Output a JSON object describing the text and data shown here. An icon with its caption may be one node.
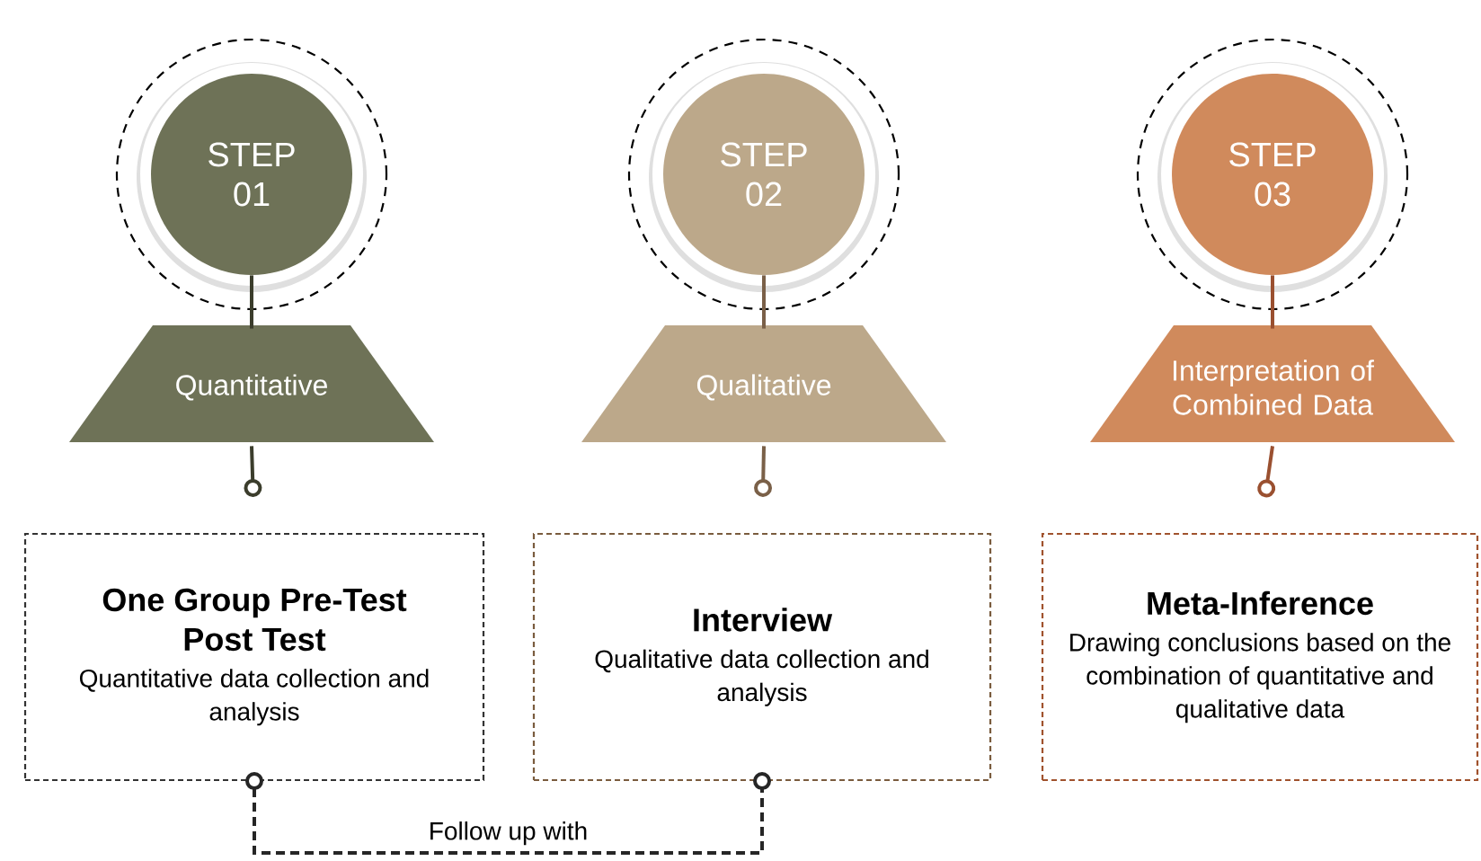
{
  "diagram": {
    "nodes": [
      {
        "text": [
          "STEP 01"
        ]
      },
      {
        "text": [
          "STEP 02"
        ]
      },
      {
        "text": [
          "STEP 03"
        ]
      },
      {
        "text": [
          "Quantitative"
        ]
      },
      {
        "text": [
          "Qualitative"
        ]
      },
      {
        "text": [
          "Interpretation of Combined Data"
        ]
      },
      {
        "text": [
          "One Group Pre-Test Post Test",
          "Quantitative data collection and analysis"
        ]
      },
      {
        "text": [
          "Interview",
          "Qualitative data collection and analysis"
        ]
      },
      {
        "text": [
          "Meta-Inference",
          "Drawing conclusions based on the combination of quantitative and qualitative data"
        ]
      }
    ],
    "edges": [
      {
        "from": 0,
        "to": 3,
        "arrow": "none",
        "color": "#3b3d2c"
      },
      {
        "from": 1,
        "to": 4,
        "arrow": "none",
        "color": "#7a6048"
      },
      {
        "from": 2,
        "to": 5,
        "arrow": "none",
        "color": "#9a5030"
      },
      {
        "from": 3,
        "to": 6,
        "arrow": "other",
        "color": "#3b3d2c"
      },
      {
        "from": 4,
        "to": 7,
        "arrow": "other",
        "color": "#7a6048"
      },
      {
        "from": 5,
        "to": 8,
        "arrow": "other",
        "color": "#9a5030"
      },
      {
        "from": 6,
        "to": 7,
        "arrow": "other",
        "label": "Follow up with",
        "style": "dashed"
      }
    ]
  }
}
